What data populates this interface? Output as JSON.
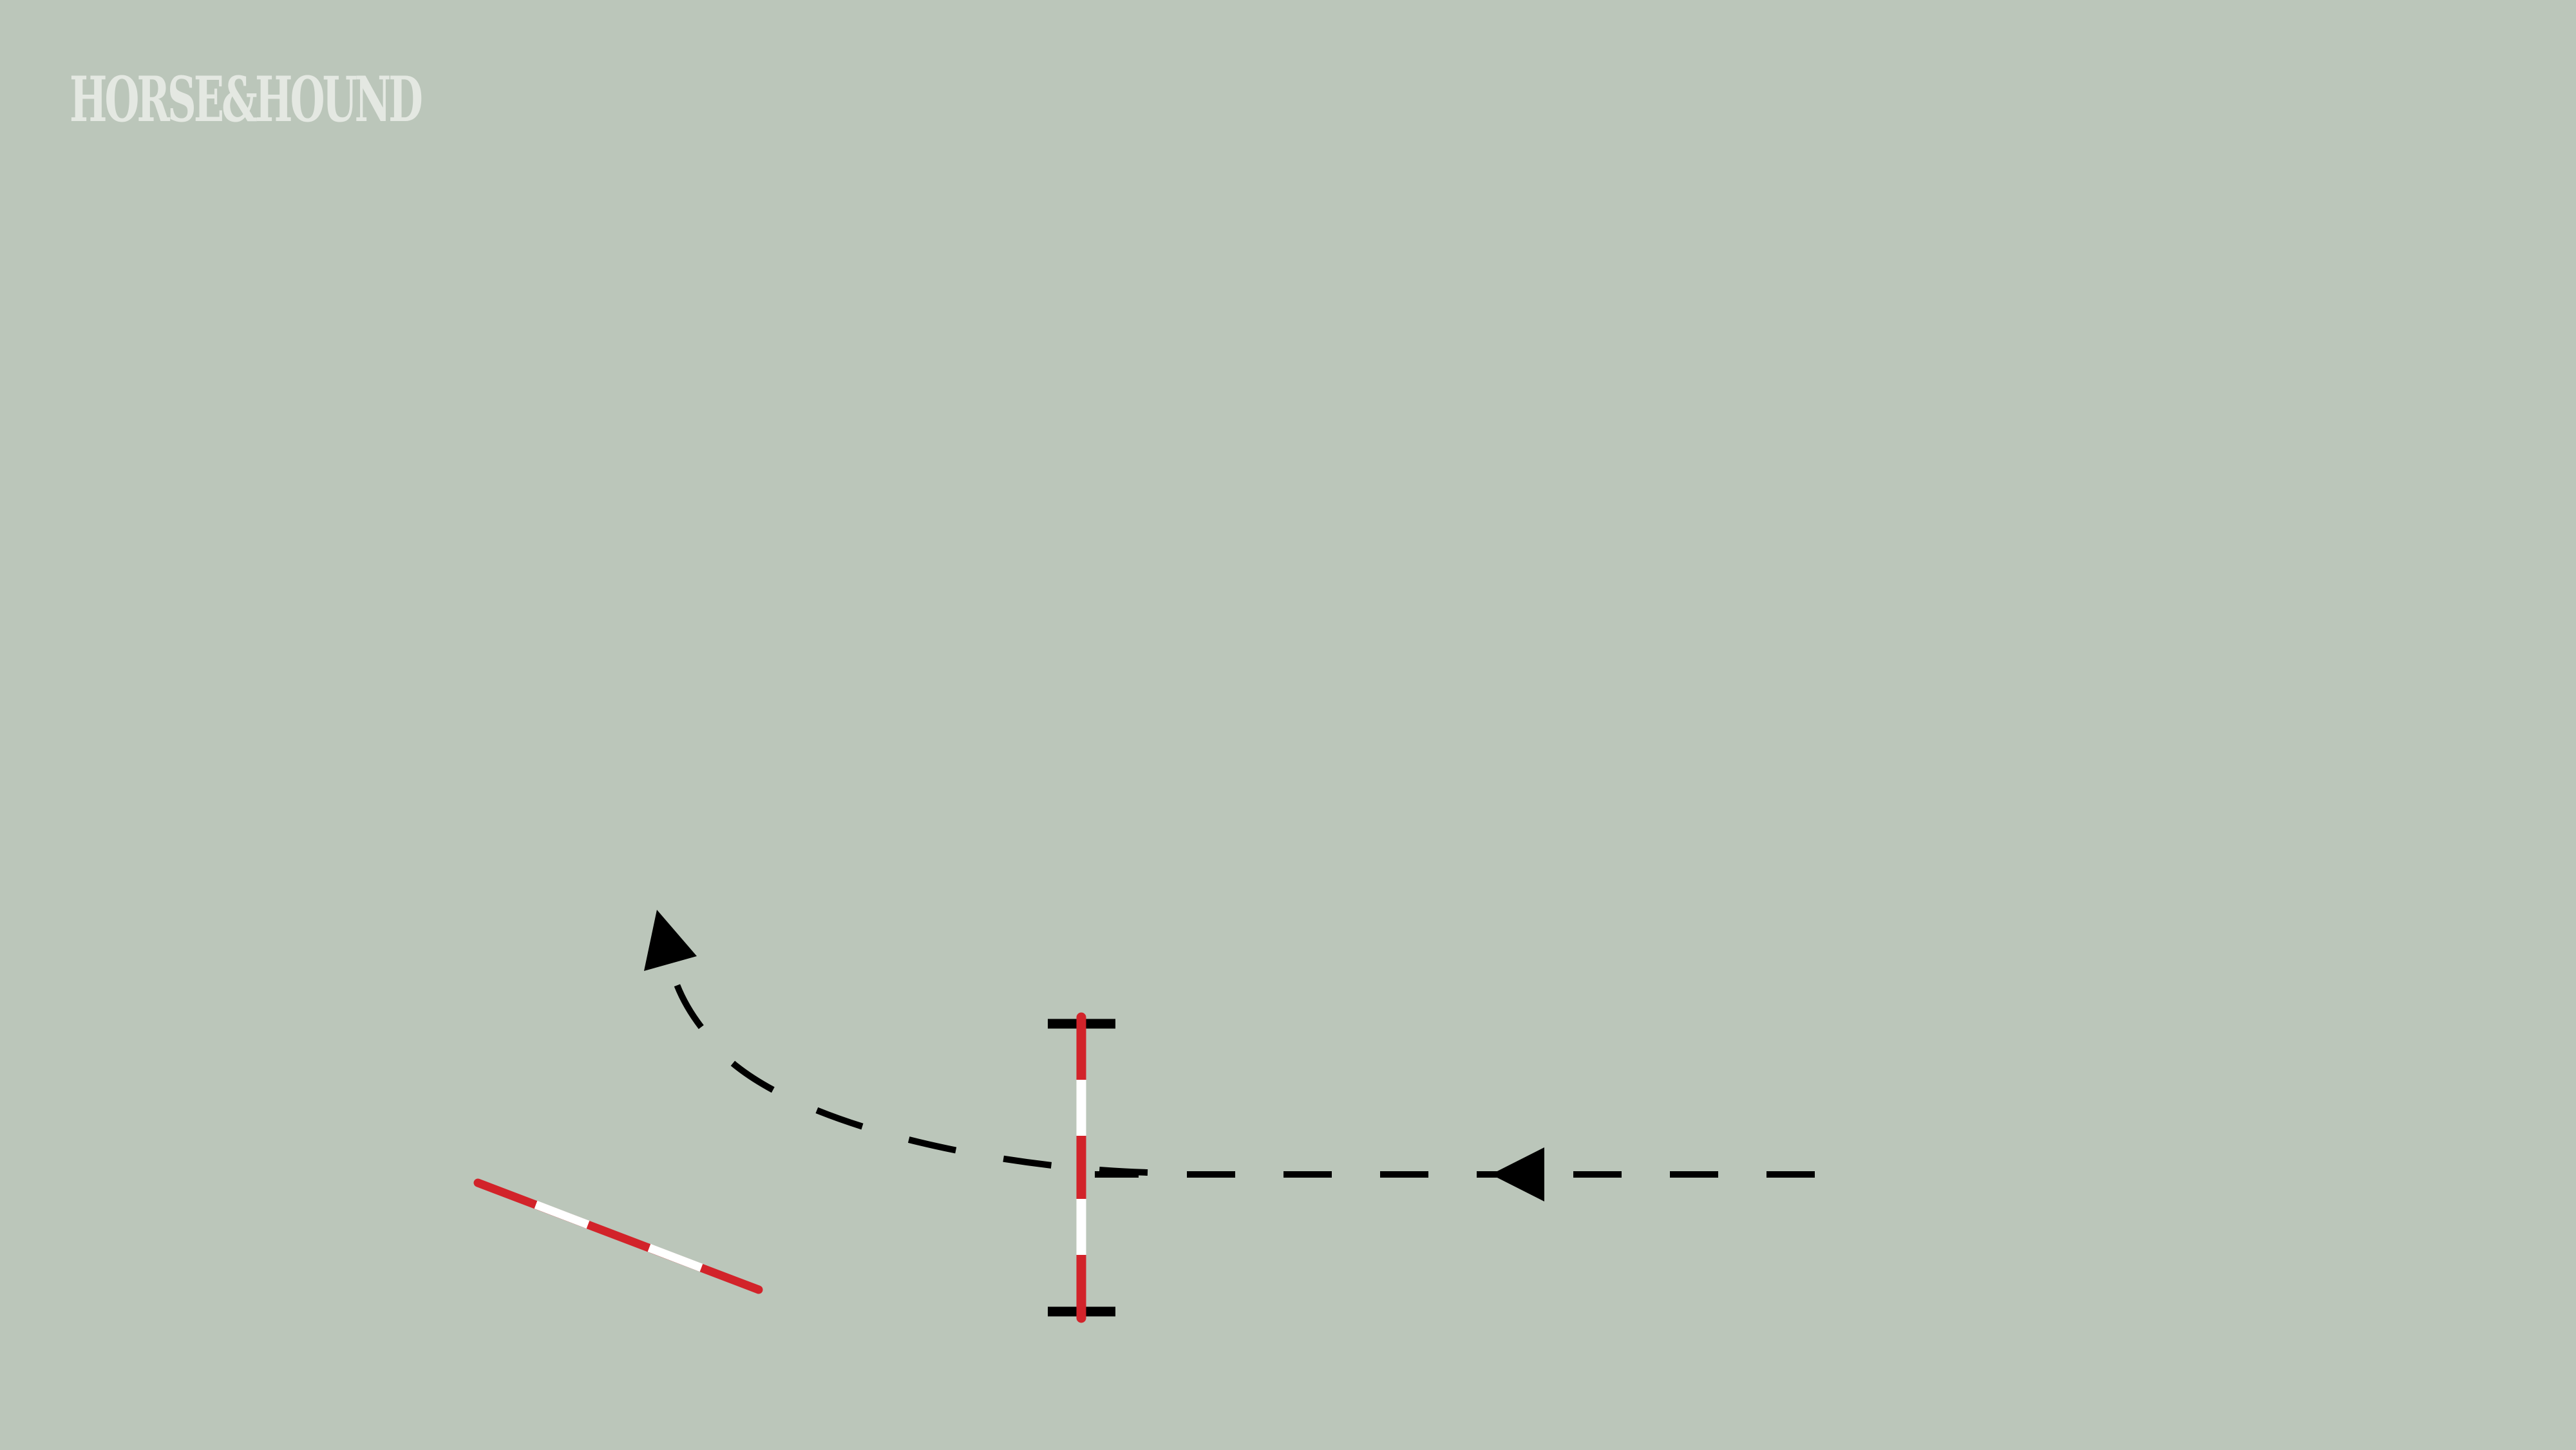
{
  "brand": {
    "logo_text": "HORSE&HOUND"
  },
  "colors": {
    "background": "#bbc6ba",
    "logo": "#e4e8e2",
    "pole_red": "#d2232a",
    "pole_white": "#ffffff",
    "stand": "#000000",
    "track": "#000000"
  },
  "diagram": {
    "elements": [
      {
        "name": "upright-fence",
        "kind": "fence with wing stands"
      },
      {
        "name": "ground-pole",
        "kind": "pole on ground"
      },
      {
        "name": "approach-track",
        "kind": "dashed path with direction arrow"
      },
      {
        "name": "landing-turn-track",
        "kind": "dashed curved path with direction arrow"
      }
    ]
  }
}
